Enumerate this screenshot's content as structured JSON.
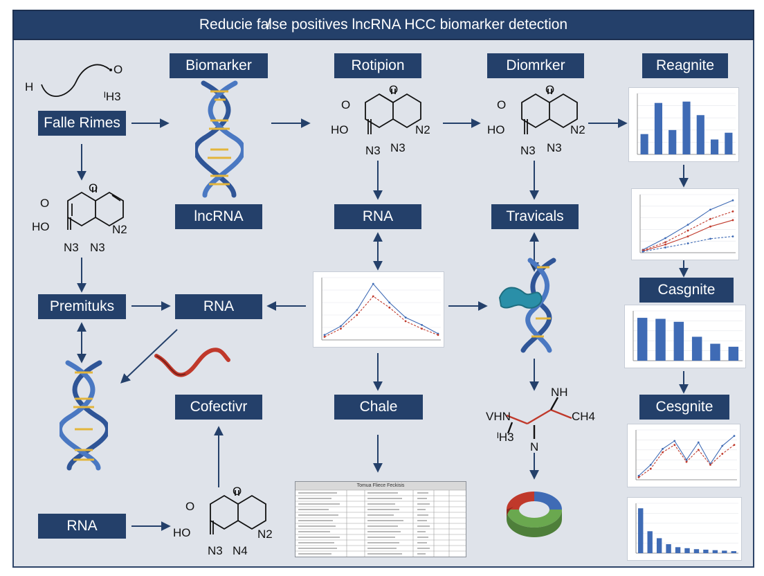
{
  "title": "Reducie fa̸lse positives lncRNA HCC biomarker detection",
  "labels": {
    "biomarker": "Biomarker",
    "rotipion": "Rotipion",
    "diomrker": "Diomrker",
    "reagnite": "Reagnite",
    "falle_rimes": "Falle Rimes",
    "lncrna": "lncRNA",
    "rna_center": "RNA",
    "travicals": "Travicals",
    "casgnite": "Casgnite",
    "premituks": "Premituks",
    "rna_mid": "RNA",
    "cofectivr": "Cofectivr",
    "chale": "Chale",
    "cesgnite": "Cesgnite",
    "rna_bottom": "RNA"
  },
  "chem_text": {
    "h": "H",
    "o": "O",
    "h3": "ᴵH3",
    "ho": "HO",
    "n2": "N2",
    "n3": "N3",
    "n4": "N4",
    "nh": "NH",
    "vhn": "VHN",
    "ch4": "CH4",
    "n": "N"
  },
  "table": {
    "header": "Tomua Fliece Feckisis"
  },
  "colors": {
    "navy": "#24406a",
    "panel": "#dfe3ea",
    "bar": "#3f6bb5",
    "red": "#c0392b",
    "green": "#6aa84f",
    "gold": "#e3b53b"
  },
  "chart_data": [
    {
      "type": "bar",
      "values": [
        30,
        76,
        36,
        78,
        58,
        22,
        32
      ],
      "ylim": [
        0,
        90
      ]
    },
    {
      "type": "line",
      "series": [
        {
          "values": [
            5,
            25,
            48,
            74,
            90
          ]
        },
        {
          "values": [
            4,
            18,
            38,
            58,
            71
          ]
        },
        {
          "values": [
            3,
            14,
            28,
            45,
            56
          ]
        },
        {
          "values": [
            2,
            9,
            16,
            24,
            28
          ]
        }
      ],
      "ylim": [
        0,
        100
      ]
    },
    {
      "type": "line",
      "series": [
        {
          "values": [
            8,
            22,
            48,
            90,
            60,
            36,
            24,
            10
          ]
        },
        {
          "values": [
            5,
            18,
            40,
            70,
            52,
            30,
            18,
            8
          ]
        }
      ],
      "ylim": [
        0,
        100
      ]
    },
    {
      "type": "bar",
      "values": [
        86,
        84,
        78,
        48,
        34,
        28
      ],
      "ylim": [
        0,
        100
      ]
    },
    {
      "type": "line",
      "series": [
        {
          "values": [
            8,
            30,
            62,
            78,
            40,
            75,
            32,
            68,
            88
          ]
        },
        {
          "values": [
            5,
            22,
            55,
            70,
            36,
            60,
            30,
            52,
            70
          ]
        }
      ],
      "ylim": [
        0,
        100
      ]
    },
    {
      "type": "bar",
      "values": [
        90,
        44,
        30,
        18,
        12,
        10,
        8,
        7,
        6,
        5,
        4
      ],
      "ylim": [
        0,
        100
      ]
    }
  ]
}
